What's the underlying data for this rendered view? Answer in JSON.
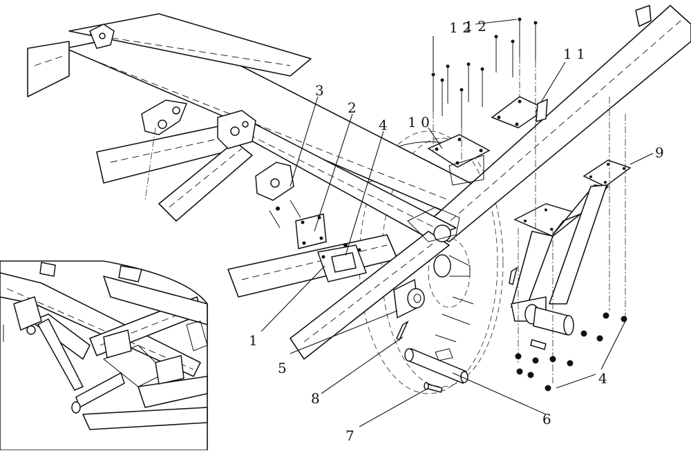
{
  "callouts": [
    {
      "id": "c1a",
      "text": "1 2"
    },
    {
      "id": "c2",
      "text": "1 2"
    },
    {
      "id": "c3",
      "text": "1 1"
    },
    {
      "id": "c4",
      "text": "3"
    },
    {
      "id": "c5",
      "text": "2"
    },
    {
      "id": "c6",
      "text": "4"
    },
    {
      "id": "c7",
      "text": "1 0"
    },
    {
      "id": "c8",
      "text": "9"
    },
    {
      "id": "c9",
      "text": "1"
    },
    {
      "id": "c10",
      "text": "5"
    },
    {
      "id": "c11",
      "text": "8"
    },
    {
      "id": "c12",
      "text": "7"
    },
    {
      "id": "c13",
      "text": "6"
    },
    {
      "id": "c14",
      "text": "4"
    }
  ],
  "colors": {
    "line": "#111111",
    "background": "#ffffff"
  }
}
